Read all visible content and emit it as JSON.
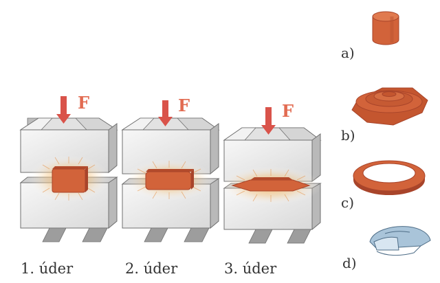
{
  "force_label": "F",
  "steps": [
    {
      "label": "1. úder"
    },
    {
      "label": "2. úder"
    },
    {
      "label": "3. úder"
    }
  ],
  "parts": [
    {
      "label": "a)"
    },
    {
      "label": "b)"
    },
    {
      "label": "c)"
    },
    {
      "label": "d)"
    }
  ],
  "colors": {
    "force": "#d9534a",
    "workpiece": "#d2633a",
    "workpiece_dark": "#a8442a",
    "die_face": "#eeeeee",
    "die_side": "#c4c4c4",
    "die_edge": "#6f6f6f",
    "part_d": "#a9c4d9"
  }
}
